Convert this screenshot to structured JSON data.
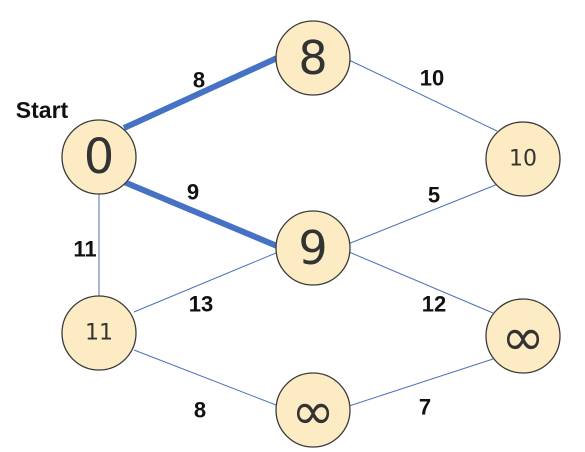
{
  "start_label": "Start",
  "nodes": [
    {
      "id": "start",
      "label": "0"
    },
    {
      "id": "top",
      "label": "8"
    },
    {
      "id": "middle",
      "label": "9"
    },
    {
      "id": "right",
      "label": "10"
    },
    {
      "id": "left-bottom",
      "label": "11"
    },
    {
      "id": "bottom",
      "label": "∞"
    },
    {
      "id": "right-bottom",
      "label": "∞"
    }
  ],
  "edges": [
    {
      "from": "start",
      "to": "top",
      "weight": "8",
      "highlighted": true
    },
    {
      "from": "start",
      "to": "middle",
      "weight": "9",
      "highlighted": true
    },
    {
      "from": "start",
      "to": "left-bottom",
      "weight": "11",
      "highlighted": false
    },
    {
      "from": "top",
      "to": "right",
      "weight": "10",
      "highlighted": false
    },
    {
      "from": "middle",
      "to": "right",
      "weight": "5",
      "highlighted": false
    },
    {
      "from": "middle",
      "to": "left-bottom",
      "weight": "13",
      "highlighted": false
    },
    {
      "from": "middle",
      "to": "right-bottom",
      "weight": "12",
      "highlighted": false
    },
    {
      "from": "left-bottom",
      "to": "bottom",
      "weight": "8",
      "highlighted": false
    },
    {
      "from": "bottom",
      "to": "right-bottom",
      "weight": "7",
      "highlighted": false
    }
  ],
  "colors": {
    "node_fill": "#fdebc3",
    "node_stroke": "#3a3a3a",
    "edge": "#4b72b8",
    "highlight_edge": "#4672c4"
  }
}
